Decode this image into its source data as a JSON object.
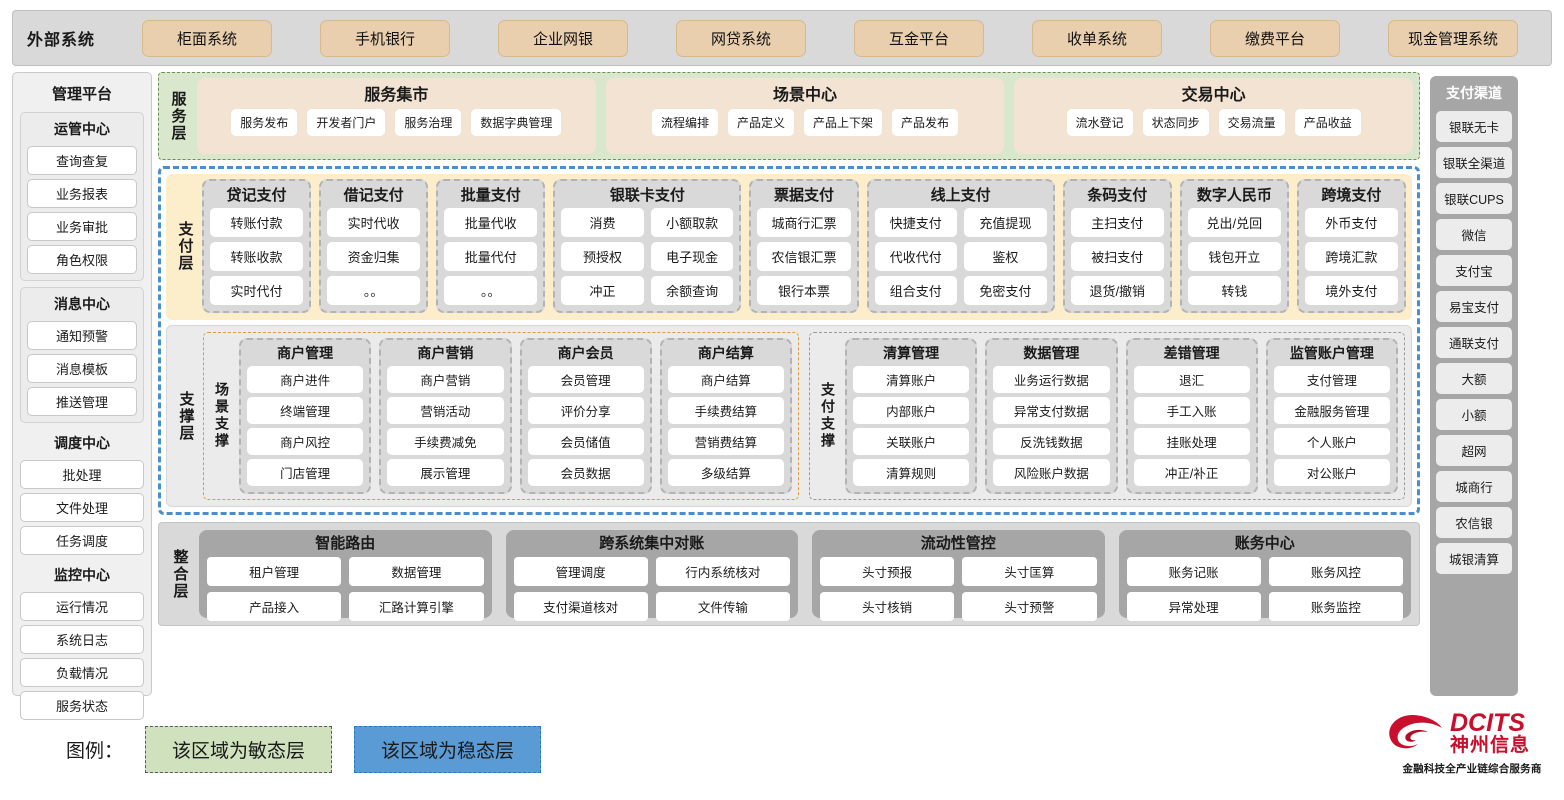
{
  "external": {
    "title": "外部系统",
    "items": [
      "柜面系统",
      "手机银行",
      "企业网银",
      "网贷系统",
      "互金平台",
      "收单系统",
      "缴费平台",
      "现金管理系统"
    ]
  },
  "management": {
    "title": "管理平台",
    "groups": [
      {
        "title": "运管中心",
        "items": [
          "查询查复",
          "业务报表",
          "业务审批",
          "角色权限"
        ]
      },
      {
        "title": "消息中心",
        "items": [
          "通知预警",
          "消息模板",
          "推送管理"
        ]
      },
      {
        "title": "调度中心",
        "items": [
          "批处理",
          "文件处理",
          "任务调度"
        ]
      },
      {
        "title": "监控中心",
        "items": [
          "运行情况",
          "系统日志",
          "负载情况",
          "服务状态"
        ]
      }
    ]
  },
  "service_layer": {
    "label": "服务层",
    "cards": [
      {
        "title": "服务集市",
        "items": [
          "服务发布",
          "开发者门户",
          "服务治理",
          "数据字典管理"
        ]
      },
      {
        "title": "场景中心",
        "items": [
          "流程编排",
          "产品定义",
          "产品上下架",
          "产品发布"
        ]
      },
      {
        "title": "交易中心",
        "items": [
          "流水登记",
          "状态同步",
          "交易流量",
          "产品收益"
        ]
      }
    ]
  },
  "payment_layer": {
    "label": "支付层",
    "groups": [
      {
        "title": "贷记支付",
        "cols": 1,
        "items": [
          "转账付款",
          "转账收款",
          "实时代付"
        ]
      },
      {
        "title": "借记支付",
        "cols": 1,
        "items": [
          "实时代收",
          "资金归集",
          "。。"
        ]
      },
      {
        "title": "批量支付",
        "cols": 1,
        "items": [
          "批量代收",
          "批量代付",
          "。。"
        ]
      },
      {
        "title": "银联卡支付",
        "cols": 2,
        "items": [
          "消费",
          "小额取款",
          "预授权",
          "电子现金",
          "冲正",
          "余额查询"
        ]
      },
      {
        "title": "票据支付",
        "cols": 1,
        "items": [
          "城商行汇票",
          "农信银汇票",
          "银行本票"
        ]
      },
      {
        "title": "线上支付",
        "cols": 2,
        "items": [
          "快捷支付",
          "充值提现",
          "代收代付",
          "鉴权",
          "组合支付",
          "免密支付"
        ]
      },
      {
        "title": "条码支付",
        "cols": 1,
        "items": [
          "主扫支付",
          "被扫支付",
          "退货/撤销"
        ]
      },
      {
        "title": "数字人民币",
        "cols": 1,
        "items": [
          "兑出/兑回",
          "钱包开立",
          "转钱"
        ]
      },
      {
        "title": "跨境支付",
        "cols": 1,
        "items": [
          "外币支付",
          "跨境汇款",
          "境外支付"
        ]
      }
    ]
  },
  "support_layer": {
    "label": "支撑层",
    "halves": [
      {
        "sublabel": "场景支撑",
        "kind": "scene",
        "groups": [
          {
            "title": "商户管理",
            "items": [
              "商户进件",
              "终端管理",
              "商户风控",
              "门店管理"
            ]
          },
          {
            "title": "商户营销",
            "items": [
              "商户营销",
              "营销活动",
              "手续费减免",
              "展示管理"
            ]
          },
          {
            "title": "商户会员",
            "items": [
              "会员管理",
              "评价分享",
              "会员储值",
              "会员数据"
            ]
          },
          {
            "title": "商户结算",
            "items": [
              "商户结算",
              "手续费结算",
              "营销费结算",
              "多级结算"
            ]
          }
        ]
      },
      {
        "sublabel": "支付支撑",
        "kind": "paysup",
        "groups": [
          {
            "title": "清算管理",
            "items": [
              "清算账户",
              "内部账户",
              "关联账户",
              "清算规则"
            ]
          },
          {
            "title": "数据管理",
            "items": [
              "业务运行数据",
              "异常支付数据",
              "反洗钱数据",
              "风险账户数据"
            ]
          },
          {
            "title": "差错管理",
            "items": [
              "退汇",
              "手工入账",
              "挂账处理",
              "冲正/补正"
            ]
          },
          {
            "title": "监管账户管理",
            "items": [
              "支付管理",
              "金融服务管理",
              "个人账户",
              "对公账户"
            ]
          }
        ]
      }
    ]
  },
  "integration_layer": {
    "label": "整合层",
    "cards": [
      {
        "title": "智能路由",
        "items": [
          "租户管理",
          "数据管理",
          "产品接入",
          "汇路计算引擎"
        ]
      },
      {
        "title": "跨系统集中对账",
        "items": [
          "管理调度",
          "行内系统核对",
          "支付渠道核对",
          "文件传输"
        ]
      },
      {
        "title": "流动性管控",
        "items": [
          "头寸预报",
          "头寸匡算",
          "头寸核销",
          "头寸预警"
        ]
      },
      {
        "title": "账务中心",
        "items": [
          "账务记账",
          "账务风控",
          "异常处理",
          "账务监控"
        ]
      }
    ]
  },
  "channels": {
    "title": "支付渠道",
    "items": [
      "银联无卡",
      "银联全渠道",
      "银联CUPS",
      "微信",
      "支付宝",
      "易宝支付",
      "通联支付",
      "大额",
      "小额",
      "超网",
      "城商行",
      "农信银",
      "城银清算"
    ]
  },
  "legend": {
    "label": "图例：",
    "agile": "该区域为敏态层",
    "stable": "该区域为稳态层"
  },
  "logo": {
    "en": "DCITS",
    "cn": "神州信息",
    "tagline": "金融科技全产业链综合服务商"
  },
  "colors": {
    "external_chip": "#e9cfae",
    "agile_green": "#d9e8cd",
    "service_card": "#f2e3d2",
    "payment_bg": "#fdeecb",
    "stable_blue": "#4a8ed0",
    "group_gray": "#d9d9d9",
    "integration_card": "#a6a6a6",
    "channel_bg": "#a6a6a6",
    "brand_red": "#c8102e",
    "scene_dash": "#e09a3c"
  }
}
